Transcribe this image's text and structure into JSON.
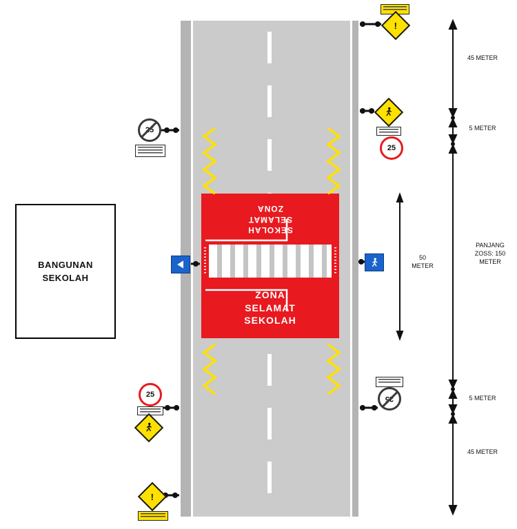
{
  "colors": {
    "road": "#cbcbcb",
    "shoulder": "#b4b4b4",
    "zone_red": "#e8191f",
    "sign_yellow": "#ffe100",
    "sign_blue": "#1a63cc",
    "marking_yellow": "#ffe100"
  },
  "building": {
    "label": "BANGUNAN SEKOLAH"
  },
  "zone": {
    "top_lines": [
      "SEKOLAH",
      "SELAMAT",
      "ZONA"
    ],
    "bottom_lines": [
      "ZONA",
      "SELAMAT",
      "SEKOLAH"
    ]
  },
  "signs": {
    "speed_limit_value": "25",
    "exclamation": "!"
  },
  "dimensions": {
    "top_45": "45 METER",
    "top_5": "5 METER",
    "zone_50": "50 METER",
    "bottom_5": "5 METER",
    "bottom_45": "45 METER",
    "total": "PANJANG ZOSS: 150 METER"
  }
}
